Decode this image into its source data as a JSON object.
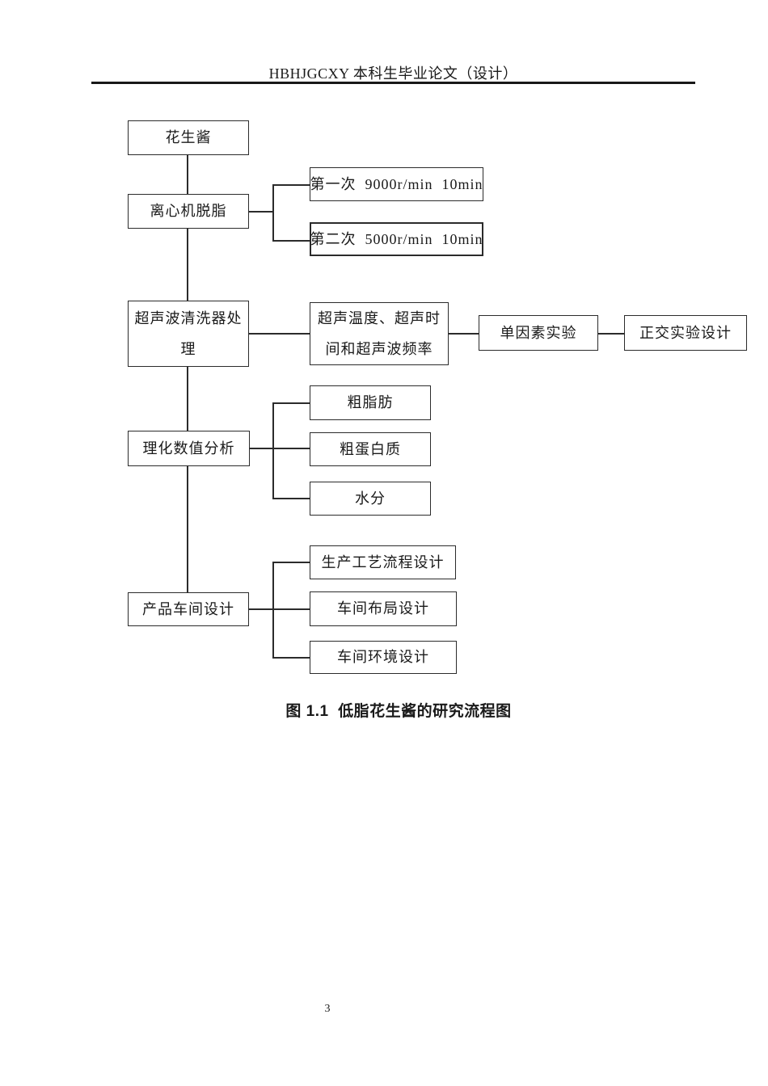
{
  "header": {
    "title": "HBHJGCXY 本科生毕业论文（设计）"
  },
  "flowchart": {
    "main_nodes": [
      "花生酱",
      "离心机脱脂",
      "超声波清洗器处理",
      "理化数值分析",
      "产品车间设计"
    ],
    "centrifuge_steps": [
      "第一次  9000r/min  10min",
      "第二次  5000r/min  10min"
    ],
    "ultrasonic_params": "超声温度、超声时间和超声波频率",
    "experiment_nodes": [
      "单因素实验",
      "正交实验设计"
    ],
    "analysis_nodes": [
      "粗脂肪",
      "粗蛋白质",
      "水分"
    ],
    "workshop_nodes": [
      "生产工艺流程设计",
      "车间布局设计",
      "车间环境设计"
    ]
  },
  "figure_caption": "图 1.1  低脂花生酱的研究流程图",
  "page_number": "3",
  "colors": {
    "line": "#2b2b2b",
    "text": "#1a1a1a",
    "background": "#ffffff"
  }
}
